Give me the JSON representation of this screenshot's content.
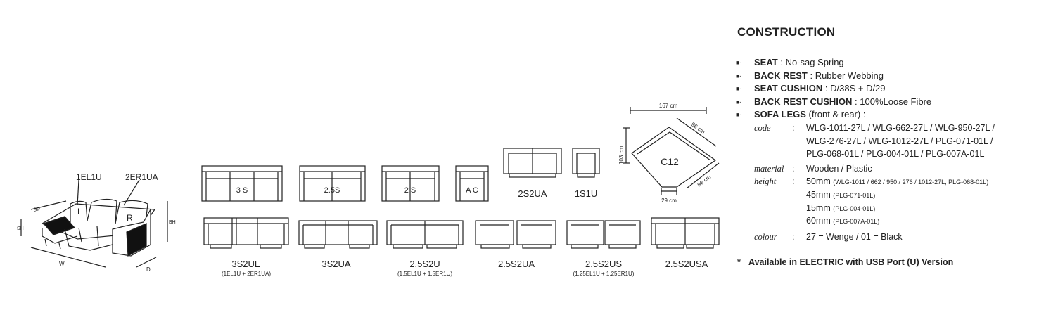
{
  "views": {
    "oblique": {
      "left_label": "1EL1U",
      "right_label": "2ER1UA",
      "seat_left_mark": "L",
      "seat_right_mark": "R",
      "dim_sd": "SD",
      "dim_sh": "SH",
      "dim_bh": "BH",
      "dim_w": "W",
      "dim_d": "D"
    },
    "top_row": [
      {
        "mark": "3 S"
      },
      {
        "mark": "2.5S"
      },
      {
        "mark": "2 S"
      },
      {
        "mark": "A C"
      },
      {
        "caption": "2S2UA"
      },
      {
        "caption": "1S1U"
      }
    ],
    "bottom_row": [
      {
        "caption": "3S2UE",
        "sub": "(1EL1U + 2ER1UA)"
      },
      {
        "caption": "3S2UA",
        "sub": ""
      },
      {
        "caption": "2.5S2U",
        "sub": "(1.5EL1U + 1.5ER1U)"
      },
      {
        "caption": "2.5S2UA",
        "sub": ""
      },
      {
        "caption": "2.5S2US",
        "sub": "(1.25EL1U + 1.25ER1U)"
      },
      {
        "caption": "2.5S2USA",
        "sub": ""
      }
    ],
    "corner": {
      "mark": "C12",
      "dim_width": "167 cm",
      "dim_side": "96 cm",
      "dim_depth": "103 cm",
      "dim_back": "96 cm",
      "dim_front": "29 cm"
    }
  },
  "construction": {
    "title": "CONSTRUCTION",
    "bullet": "■-",
    "items": [
      {
        "label": "SEAT",
        "sep": " : ",
        "value": " No-sag Spring"
      },
      {
        "label": "BACK REST",
        "sep": " : ",
        "value": " Rubber Webbing"
      },
      {
        "label": "SEAT CUSHION",
        "sep": " : ",
        "value": "D/38S + D/29"
      },
      {
        "label": "BACK REST CUSHION",
        "sep": " : ",
        "value": "100%Loose Fibre"
      },
      {
        "label": "SOFA LEGS",
        "sep": "",
        "value": " (front & rear) :"
      }
    ],
    "legs": {
      "code_label": "code",
      "code_lines": [
        "WLG-1011-27L / WLG-662-27L / WLG-950-27L /",
        "WLG-276-27L / WLG-1012-27L / PLG-071-01L /",
        "PLG-068-01L / PLG-004-01L / PLG-007A-01L"
      ],
      "material_label": "material",
      "material_value": "Wooden / Plastic",
      "height_label": "height",
      "heights": [
        {
          "value": "50mm",
          "codes": "(WLG-1011 / 662 / 950 / 276 / 1012-27L, PLG-068-01L)"
        },
        {
          "value": "45mm",
          "codes": "(PLG-071-01L)"
        },
        {
          "value": "15mm",
          "codes": "(PLG-004-01L)"
        },
        {
          "value": "60mm",
          "codes": "(PLG-007A-01L)"
        }
      ],
      "colour_label": "colour",
      "colour_value": "27 = Wenge / 01 = Black",
      "colon": ":"
    },
    "note_star": "*",
    "note": "Available in ELECTRIC with USB Port (U) Version"
  }
}
